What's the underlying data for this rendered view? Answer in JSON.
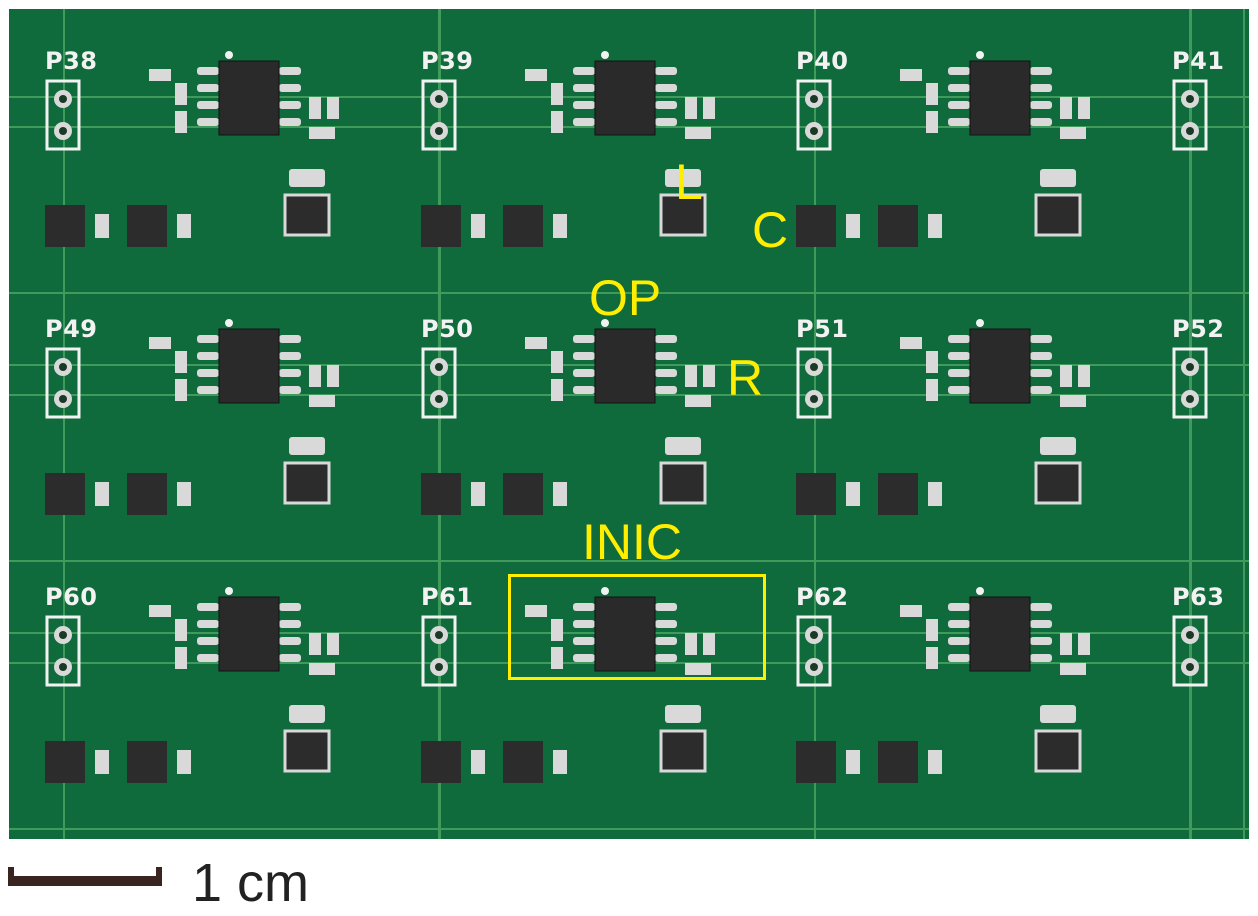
{
  "board": {
    "pad_labels": [
      "P38",
      "P39",
      "P40",
      "P41",
      "P49",
      "P50",
      "P51",
      "P52",
      "P60",
      "P61",
      "P62",
      "P63"
    ],
    "annotations": {
      "inductor": "L",
      "capacitor": "C",
      "op_amp": "OP",
      "resistor": "R",
      "inic": "INIC"
    },
    "colors": {
      "board": "#0f6a3c",
      "annotation": "#ffee00",
      "silkscreen": "#f2f2f2"
    }
  },
  "scale": {
    "label": "1 cm"
  }
}
